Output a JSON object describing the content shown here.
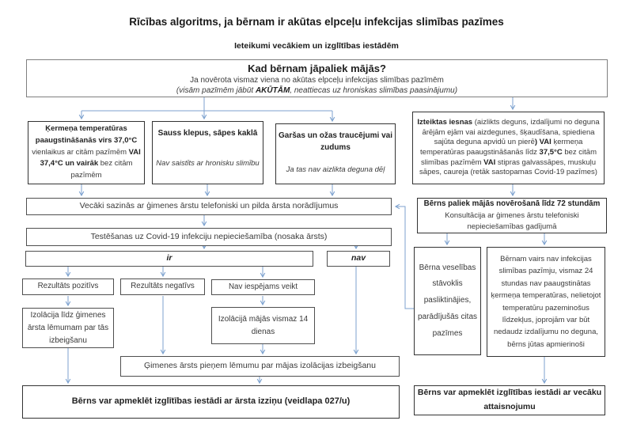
{
  "page": {
    "title": "Rīcības algoritms, ja bērnam ir akūtas elpceļu infekcijas slimības pazīmes",
    "subtitle": "Ieteikumi vecākiem un izglītības iestādēm"
  },
  "colors": {
    "arrow": "#7da2cf",
    "border": "#4f4f4f",
    "border_dark": "#333333",
    "text": "#3a3a3a",
    "text_dark": "#1a1a1a",
    "bg": "#ffffff"
  },
  "boxes": {
    "main": {
      "title": "Kad bērnam jāpaliek mājās?",
      "line2": "Ja novērota vismaz viena no akūtas elpceļu infekcijas slimības pazīmēm",
      "line3": [
        {
          "t": "(visām pazīmēm jābūt ",
          "i": true
        },
        {
          "t": "AKŪTĀM",
          "b": true,
          "i": true
        },
        {
          "t": ", neattiecas uz hroniskas slimības paasinājumu)",
          "i": true
        }
      ]
    },
    "temp": {
      "segments": [
        {
          "t": "Ķermeņa temperatūras paaugstināšanās virs 37,0°C ",
          "b": true
        },
        {
          "t": "vienlaikus ar citām pazīmēm "
        },
        {
          "t": "VAI 37,4°C un vairāk ",
          "b": true
        },
        {
          "t": "bez citām pazīmēm"
        }
      ]
    },
    "cough": {
      "title": "Sauss klepus, sāpes kaklā",
      "note": "Nav saistīts ar hronisku slimību"
    },
    "taste": {
      "title": "Garšas un ožas traucējumi vai zudums",
      "note": "Ja tas nav aizlikta deguna dēļ"
    },
    "iesnas": {
      "segments": [
        {
          "t": "Izteiktas iesnas ",
          "b": true
        },
        {
          "t": "(aizlikts deguns, izdalījumi no deguna ārējām ejām vai aizdegunes, šķaudīšana, spiediena sajūta deguna apvidū un pierē"
        },
        {
          "t": ") VAI",
          "b": true
        },
        {
          "t": " ķermeņa temperatūras paaugstināšanās līdz "
        },
        {
          "t": "37,5°C",
          "b": true
        },
        {
          "t": " bez citām slimības pazīmēm "
        },
        {
          "t": "VAI",
          "b": true
        },
        {
          "t": " stipras galvassāpes, muskuļu sāpes, caureja (retāk sastopamas Covid-19 pazīmes)"
        }
      ]
    },
    "vecaki": {
      "text": "Vecāki sazinās ar ģimenes ārstu telefoniski un pilda ārsta norādījumus"
    },
    "testesana": {
      "text": "Testēšanas uz Covid-19 infekciju nepieciešamība (nosaka ārsts)"
    },
    "ir": {
      "label": "ir"
    },
    "nav": {
      "label": "nav"
    },
    "rez_poz": {
      "text": "Rezultāts pozitīvs"
    },
    "rez_neg": {
      "text": "Rezultāts negatīvs"
    },
    "nav_iesp": {
      "text": "Nav iespējams veikt"
    },
    "izol_poz": {
      "text": "Izolācija līdz ģimenes ārsta lēmumam par tās izbeigšanu"
    },
    "izol_majas": {
      "text": "Izolācijā mājās vismaz 14 dienas"
    },
    "gimenes": {
      "text": "Ģimenes ārsts pieņem lēmumu par mājas izolācijas izbeigšanu"
    },
    "final_left": {
      "text": "Bērns var apmeklēt izglītības iestādi ar ārsta izziņu (veidlapa 027/u)"
    },
    "berns_paliek": {
      "title": "Bērns paliek mājās novērošanā līdz 72 stundām",
      "sub1": "Konsultācija ar ģimenes ārstu telefoniski",
      "sub2": "nepieciešamības gadījumā"
    },
    "berna_veseliba": {
      "text": "Bērna veselības stāvoklis pasliktinājies, parādījušās citas pazīmes"
    },
    "bernam_vairs": {
      "text": "Bērnam vairs nav infekcijas slimības pazīmju, vismaz 24 stundas nav paaugstinātas ķermeņa temperatūras, nelietojot temperatūru pazeminošus līdzekļus, joprojām var būt nedaudz izdalījumu no deguna, bērns jūtas apmierinoši"
    },
    "final_right": {
      "text": "Bērns var apmeklēt izglītības iestādi ar vecāku attaisnojumu"
    }
  }
}
